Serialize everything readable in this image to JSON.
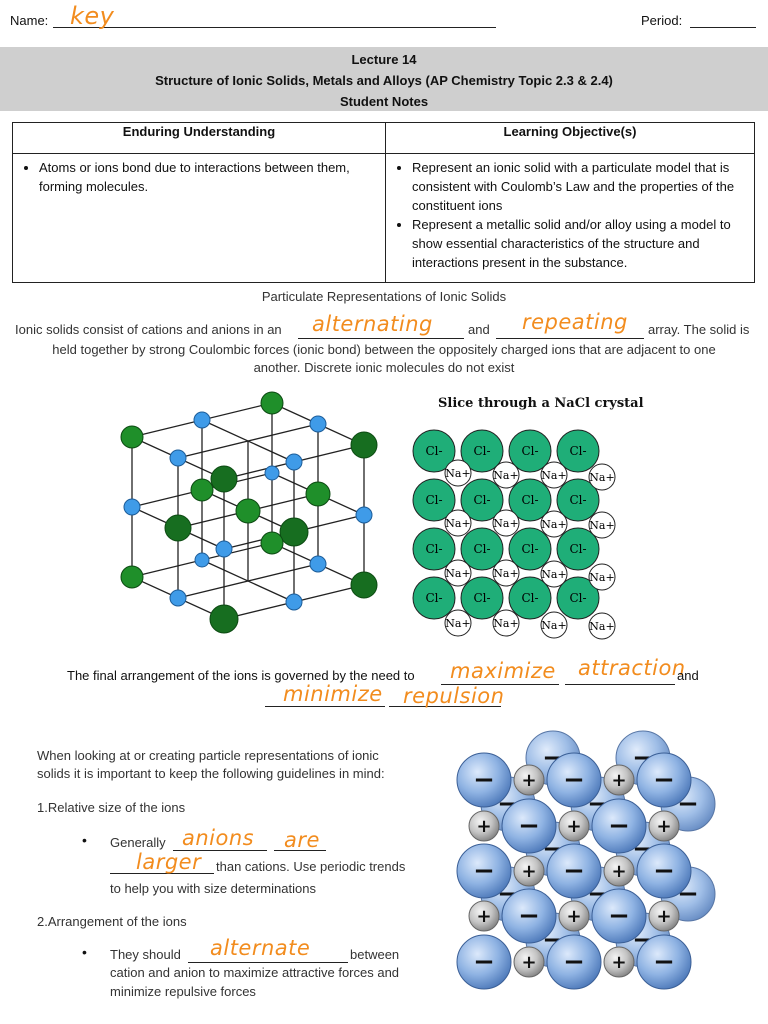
{
  "header": {
    "name_label": "Name:",
    "name_value": "key",
    "period_label": "Period:"
  },
  "title_band": {
    "line1": "Lecture 14",
    "line2": "Structure of Ionic Solids, Metals and Alloys (AP Chemistry Topic 2.3 & 2.4)",
    "line3": "Student Notes"
  },
  "table": {
    "col1_header": "Enduring Understanding",
    "col2_header": "Learning Objective(s)",
    "col1_items": [
      "Atoms or ions bond due to interactions between them, forming molecules."
    ],
    "col2_items": [
      "Represent an ionic solid with a particulate model that is consistent with Coulomb’s Law and the properties of the constituent ions",
      "Represent a metallic solid and/or alloy using a model to show essential characteristics of the structure and interactions present in the substance."
    ]
  },
  "section1": {
    "heading": "Particulate Representations of Ionic Solids",
    "p_start": "Ionic solids consist of cations and anions in an",
    "blank1": "alternating",
    "and_word": "and",
    "blank2": "repeating",
    "p_end": "array. The solid is",
    "line2": "held together by strong Coulombic forces (ionic bond) between the oppositely charged ions that are adjacent to one",
    "line3": "another. Discrete ionic molecules do not exist"
  },
  "figure_nacl": {
    "caption": "Slice through a NaCl crystal",
    "anion_label": "Cl-",
    "cation_label": "Na+"
  },
  "arrangement": {
    "text_start": "The final arrangement of the ions is governed by the need to",
    "blank1": "maximize",
    "blank2": "attraction",
    "and_word": "and",
    "blank3": "minimize",
    "blank4": "repulsion"
  },
  "guidelines": {
    "intro_line1": "When looking at or creating particle representations of ionic",
    "intro_line2": "solids it is important to keep the following guidelines in mind:",
    "item1_title": "1.Relative size of the ions",
    "item1_pre": "Generally",
    "item1_blank1": "anions",
    "item1_blank2": "are",
    "item1_blank3": "larger",
    "item1_post": "than cations. Use periodic trends",
    "item1_line3": "to help you with size determinations",
    "item2_title": "2.Arrangement of the ions",
    "item2_pre": "They should",
    "item2_blank": "alternate",
    "item2_post": "between",
    "item2_line2": "cation and anion to maximize attractive forces and",
    "item2_line3": "minimize repulsive forces"
  },
  "figure_lattice": {
    "anion_symbol": "−",
    "cation_symbol": "+"
  }
}
